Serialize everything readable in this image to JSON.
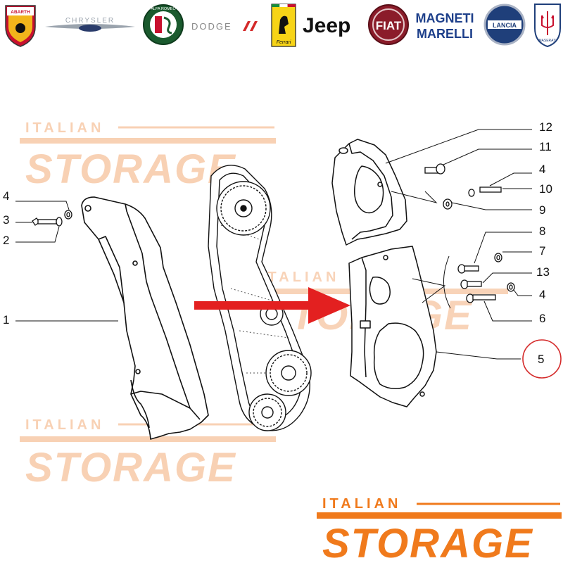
{
  "brands": {
    "abarth": "ABARTH",
    "chrysler": "CHRYSLER",
    "alfa_romeo": "ALFA ROMEO",
    "dodge": "DODGE",
    "ferrari": "Ferrari",
    "jeep": "Jeep",
    "fiat": "FIAT",
    "magneti_marelli_1": "MAGNETI",
    "magneti_marelli_2": "MARELLI",
    "lancia": "LANCIA",
    "maserati": "MASERATI"
  },
  "watermark": {
    "line1": "ITALIAN",
    "line2": "STORAGE"
  },
  "callouts": {
    "left": {
      "c4": "4",
      "c3": "3",
      "c2": "2",
      "c1": "1"
    },
    "right": {
      "c12": "12",
      "c11": "11",
      "c4a": "4",
      "c10": "10",
      "c9": "9",
      "c8": "8",
      "c7": "7",
      "c13": "13",
      "c4b": "4",
      "c6": "6",
      "c5": "5"
    }
  },
  "highlight": {
    "part": "5",
    "color": "#d42a2a"
  },
  "colors": {
    "watermark": "#f7c9a7",
    "logo_orange": "#f07a1c",
    "arrow": "#e32020",
    "line_art": "#111111"
  }
}
